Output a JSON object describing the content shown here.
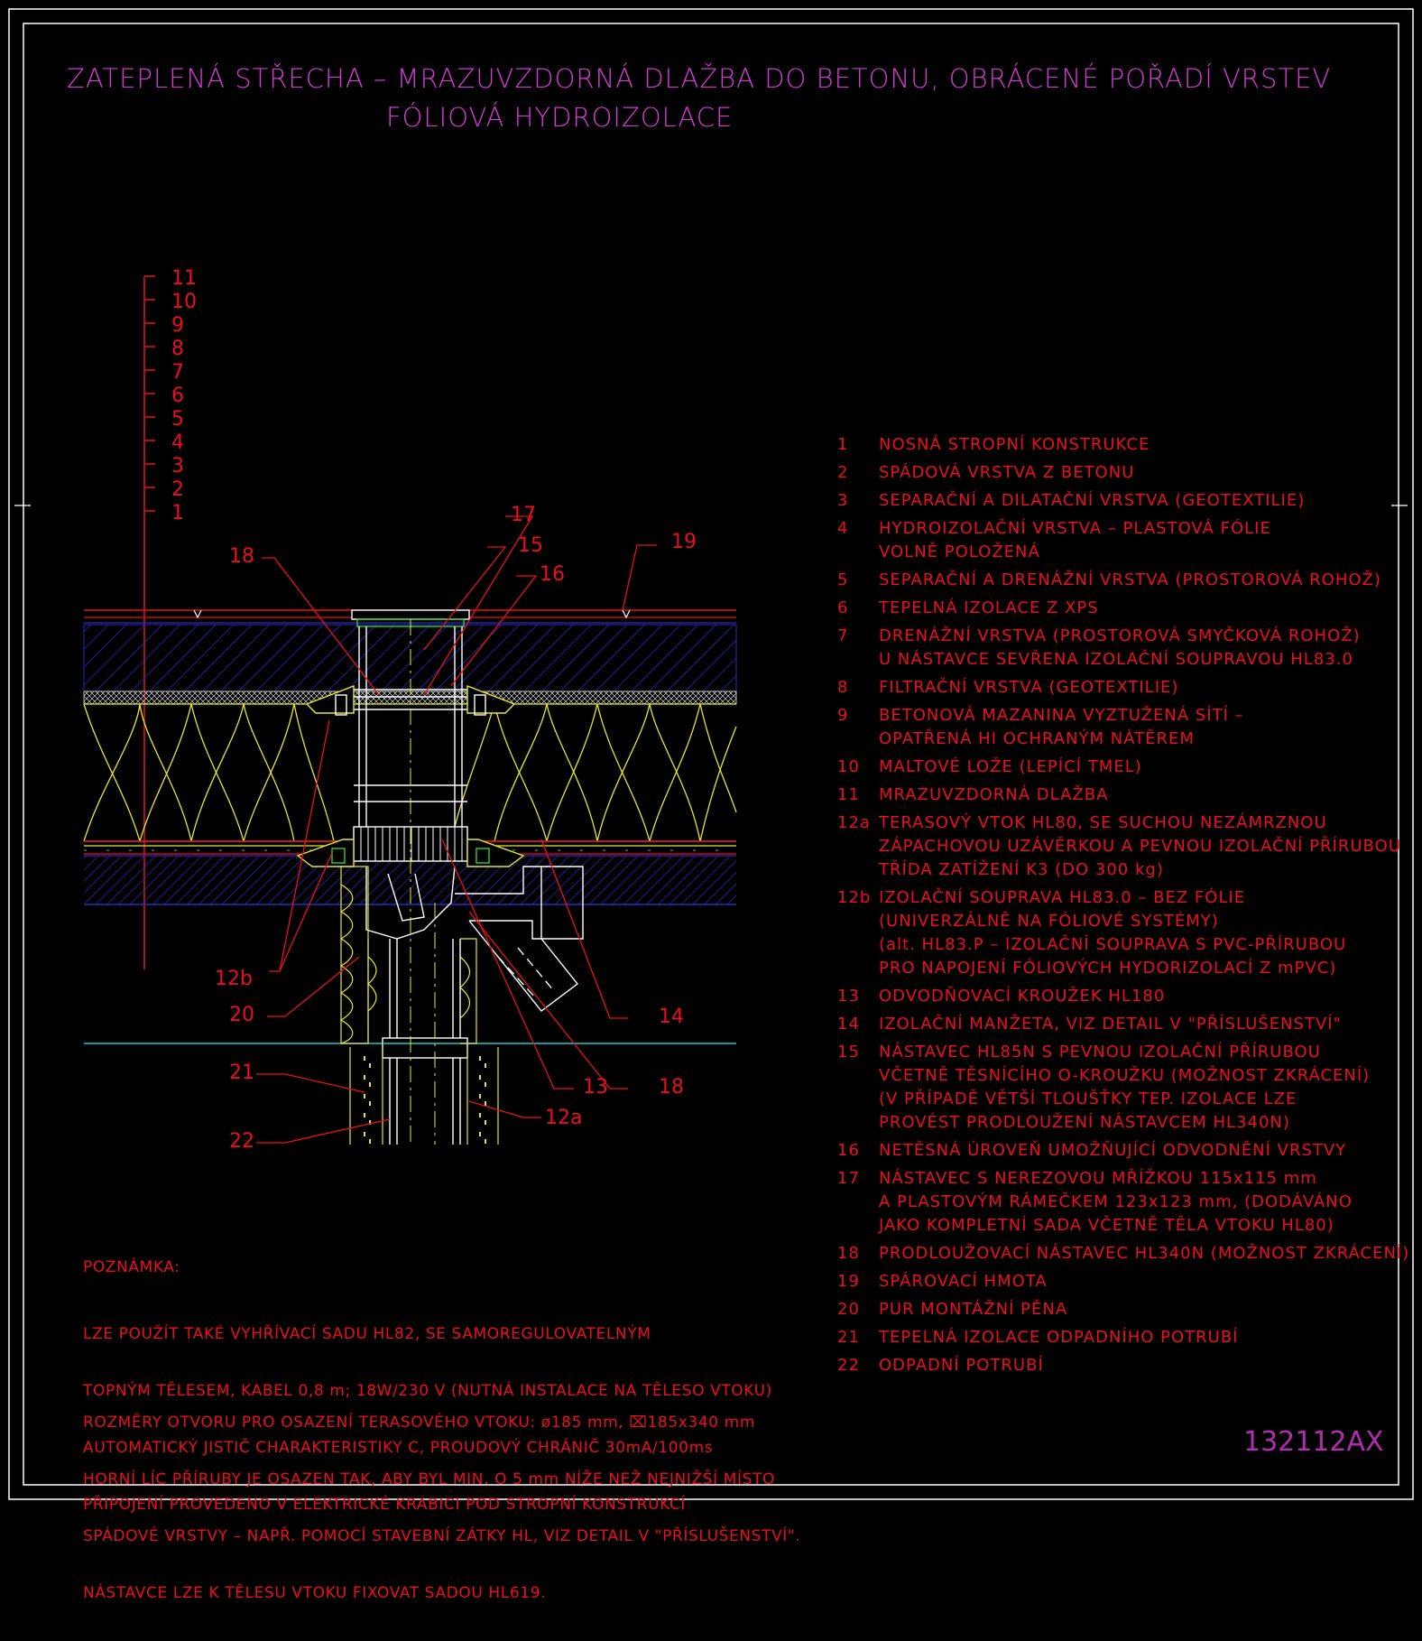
{
  "title": {
    "line1": "ZATEPLENÁ STŘECHA – MRAZUVZDORNÁ DLAŽBA DO BETONU, OBRÁCENÉ POŘADÍ VRSTEV",
    "line2": "FÓLIOVÁ HYDROIZOLACE"
  },
  "layer_scale": [
    "11",
    "10",
    "9",
    "8",
    "7",
    "6",
    "5",
    "4",
    "3",
    "2",
    "1"
  ],
  "callouts": {
    "c17": "17",
    "c15": "15",
    "c16": "16",
    "c19": "19",
    "c18a": "18",
    "c12b": "12b",
    "c20": "20",
    "c21": "21",
    "c22": "22",
    "c14": "14",
    "c13": "13",
    "c18b": "18",
    "c12a": "12a"
  },
  "legend": [
    {
      "num": "1",
      "lines": [
        "NOSNÁ STROPNÍ KONSTRUKCE"
      ]
    },
    {
      "num": "2",
      "lines": [
        "SPÁDOVÁ VRSTVA Z BETONU"
      ]
    },
    {
      "num": "3",
      "lines": [
        "SEPARAČNÍ A DILATAČNÍ VRSTVA (GEOTEXTILIE)"
      ]
    },
    {
      "num": "4",
      "lines": [
        "HYDROIZOLAČNÍ VRSTVA – PLASTOVÁ FÓLIE",
        "VOLNĚ POLOŽENÁ"
      ]
    },
    {
      "num": "5",
      "lines": [
        "SEPARAČNÍ A DRENÁŽNÍ VRSTVA (PROSTOROVÁ ROHOŽ)"
      ]
    },
    {
      "num": "6",
      "lines": [
        "TEPELNÁ IZOLACE Z XPS"
      ]
    },
    {
      "num": "7",
      "lines": [
        "DRENÁŽNÍ VRSTVA (PROSTOROVÁ SMYČKOVÁ ROHOŽ)",
        "U NÁSTAVCE SEVŘENA IZOLAČNÍ SOUPRAVOU HL83.0"
      ]
    },
    {
      "num": "8",
      "lines": [
        "FILTRAČNÍ VRSTVA (GEOTEXTILIE)"
      ]
    },
    {
      "num": "9",
      "lines": [
        "BETONOVÁ MAZANINA VYZTUŽENÁ SÍTÍ –",
        "OPATŘENÁ HI OCHRANÝM NÁTĚREM"
      ]
    },
    {
      "num": "10",
      "lines": [
        "MALTOVÉ LOŽE (LEPÍCÍ TMEL)"
      ]
    },
    {
      "num": "11",
      "lines": [
        "MRAZUVZDORNÁ DLAŽBA"
      ]
    },
    {
      "num": "12a",
      "lines": [
        "TERASOVÝ VTOK HL80, SE SUCHOU NEZÁMRZNOU",
        "ZÁPACHOVOU UZÁVĚRKOU A PEVNOU IZOLAČNÍ PŘÍRUBOU",
        "TŘÍDA ZATÍŽENÍ K3 (DO 300 kg)"
      ]
    },
    {
      "num": "12b",
      "lines": [
        "IZOLAČNÍ SOUPRAVA HL83.0 – BEZ FÓLIE",
        "(UNIVERZÁLNĚ NA FÓLIOVÉ SYSTÉMY)",
        "(alt. HL83.P – IZOLAČNÍ SOUPRAVA S PVC-PŘÍRUBOU",
        "PRO NAPOJENÍ FÓLIOVÝCH HYDORIZOLACÍ Z mPVC)"
      ]
    },
    {
      "num": "13",
      "lines": [
        "ODVODŇOVACÍ KROUŽEK HL180"
      ]
    },
    {
      "num": "14",
      "lines": [
        "IZOLAČNÍ MANŽETA, VIZ DETAIL V \"PŘÍSLUŠENSTVÍ\""
      ]
    },
    {
      "num": "15",
      "lines": [
        "NÁSTAVEC HL85N S PEVNOU IZOLAČNÍ PŘÍRUBOU",
        "VČETNĚ TĚSNÍCÍHO O-KROUŽKU (MOŽNOST ZKRÁCENÍ)",
        "(V PŘÍPADĚ VĚTŠÍ TLOUŠŤKY TEP. IZOLACE LZE",
        "PROVÉST PRODLOUŽENÍ NÁSTAVCEM HL340N)"
      ]
    },
    {
      "num": "16",
      "lines": [
        "NETĚSNÁ ÚROVEŇ UMOŽŇUJÍCÍ ODVODNĚNÍ VRSTVY"
      ]
    },
    {
      "num": "17",
      "lines": [
        "NÁSTAVEC S NEREZOVOU MŘÍŽKOU 115x115 mm",
        "A PLASTOVÝM RÁMEČKEM 123x123 mm, (DODÁVÁNO",
        "JAKO KOMPLETNÍ SADA VČETNĚ TĚLA VTOKU HL80)"
      ]
    },
    {
      "num": "18",
      "lines": [
        "PRODLOUŽOVACÍ NÁSTAVEC HL340N (MOŽNOST ZKRÁCENÍ)"
      ]
    },
    {
      "num": "19",
      "lines": [
        "SPÁROVACÍ HMOTA"
      ]
    },
    {
      "num": "20",
      "lines": [
        "PUR MONTÁŽNÍ PĚNA"
      ]
    },
    {
      "num": "21",
      "lines": [
        "TEPELNÁ IZOLACE ODPADNÍHO POTRUBÍ"
      ]
    },
    {
      "num": "22",
      "lines": [
        "ODPADNÍ POTRUBÍ"
      ]
    }
  ],
  "note": {
    "heading": "POZNÁMKA:",
    "para1": [
      "LZE POUŽÍT TAKÉ VYHŘÍVACÍ SADU HL82, SE SAMOREGULOVATELNÝM",
      "TOPNÝM TĚLESEM, KABEL 0,8 m; 18W/230 V (NUTNÁ INSTALACE NA TĚLESO VTOKU)",
      "AUTOMATICKÝ JISTIČ CHARAKTERISTIKY C, PROUDOVÝ CHRÁNIČ 30mA/100ms",
      "PŘIPOJENÍ PROVEDENO V ELEKTRICKÉ KRABICI POD STROPNÍ KONSTRUKCÍ"
    ],
    "para2": [
      "ROZMĚRY OTVORU PRO OSAZENÍ TERASOVÉHO VTOKU: ø185 mm, ⌧185x340 mm",
      "HORNÍ LÍC PŘÍRUBY JE OSAZEN TAK, ABY BYL MIN. O 5 mm NÍŽE NEŽ NEJNIŽŠÍ MÍSTO",
      "SPÁDOVÉ VRSTVY – NAPŘ. POMOCÍ STAVEBNÍ ZÁTKY HL, VIZ DETAIL V \"PŘÍSLUŠENSTVÍ\".",
      "NÁSTAVCE LZE K TĚLESU VTOKU FIXOVAT SADOU HL619."
    ]
  },
  "drawing_code": "132112AX",
  "colors": {
    "background": "#000000",
    "title": "#d23cd2",
    "text": "#e8101e",
    "frame": "#ffffff",
    "insulation": "#e8e830",
    "concrete": "#3030c8",
    "drain": "#ffffff",
    "cyan": "#20c8c8",
    "green": "#30d030"
  }
}
